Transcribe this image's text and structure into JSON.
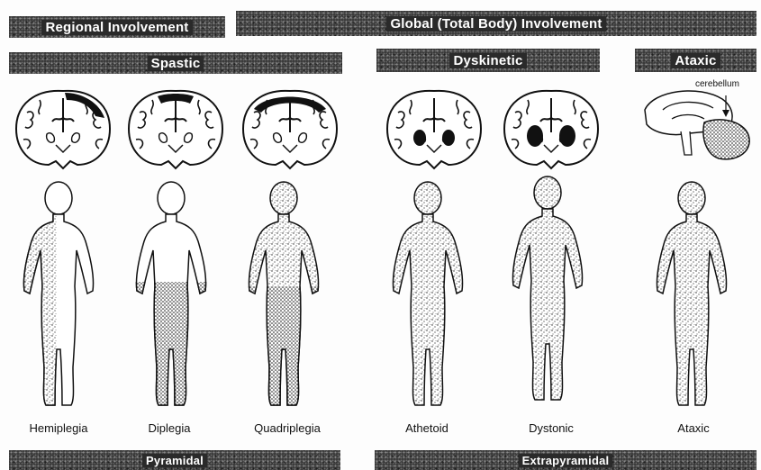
{
  "headers": {
    "regional": "Regional Involvement",
    "global": "Global (Total Body) Involvement"
  },
  "categories": {
    "spastic": "Spastic",
    "dyskinetic": "Dyskinetic",
    "ataxic": "Ataxic"
  },
  "annotation": "cerebellum",
  "figures": [
    {
      "key": "hemiplegia",
      "label": "Hemiplegia"
    },
    {
      "key": "diplegia",
      "label": "Diplegia"
    },
    {
      "key": "quadriplegia",
      "label": "Quadriplegia"
    },
    {
      "key": "athetoid",
      "label": "Athetoid"
    },
    {
      "key": "dystonic",
      "label": "Dystonic"
    },
    {
      "key": "ataxic",
      "label": "Ataxic"
    }
  ],
  "footers": {
    "pyramidal": "Pyramidal",
    "extrapyramidal": "Extrapyramidal"
  }
}
